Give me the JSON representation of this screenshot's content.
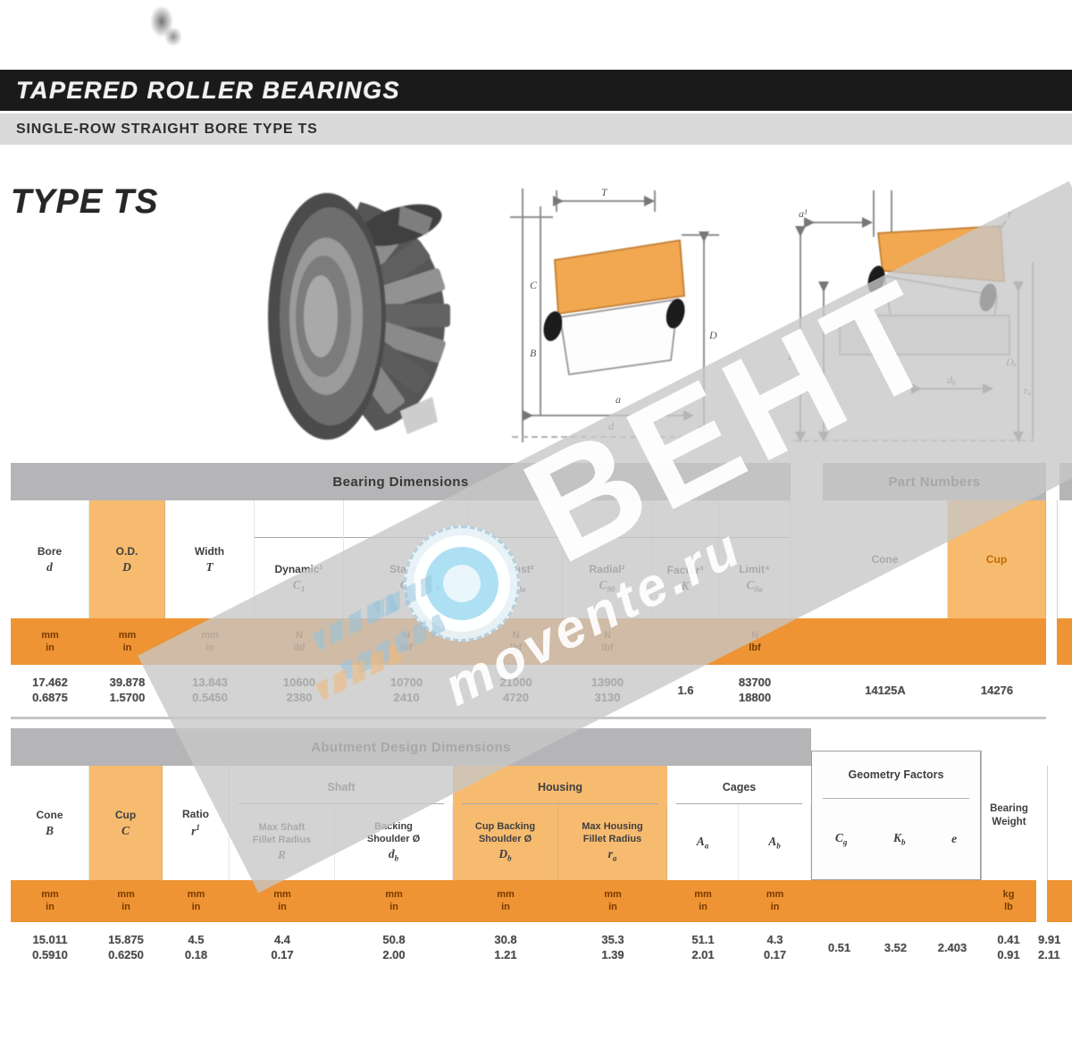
{
  "header": {
    "bar_title": "TAPERED ROLLER BEARINGS",
    "sub_title": "SINGLE-ROW STRAIGHT BORE  TYPE TS"
  },
  "type_heading": "TYPE TS",
  "watermark": {
    "brand": "ВЕНТ",
    "site": "movente.ru"
  },
  "diagram1": {
    "T": "T",
    "C": "C",
    "B": "B",
    "d": "d",
    "D": "D",
    "a": "a"
  },
  "diagram2": {
    "a1": "a¹",
    "r": "r",
    "Db": "Dᵦ",
    "da": "dₐ",
    "db": "dᵦ",
    "Da": "Dₐ",
    "ra": "rₐ"
  },
  "table1": {
    "section_dimensions": "Bearing Dimensions",
    "section_parts": "Part Numbers",
    "columns": [
      {
        "name": "bore",
        "label": "Bore",
        "sym": "d",
        "unit": "mm|in",
        "value": "17.462|0.6875",
        "w": 88
      },
      {
        "name": "od",
        "label": "O.D.",
        "sym": "D",
        "unit": "mm|in",
        "value": "39.878|1.5700",
        "w": 85,
        "hl": true
      },
      {
        "name": "width",
        "label": "Width",
        "sym": "T",
        "unit": "mm|in",
        "value": "13.843|0.5450",
        "w": 100
      },
      {
        "name": "c1",
        "label": "Dynamic¹",
        "sym": "C~1",
        "unit": "N|lbf",
        "value": "10600|2380",
        "w": 100
      },
      {
        "name": "c0",
        "label": "Static¹",
        "sym": "C~0",
        "unit": "N|lbf",
        "value": "10700|2410",
        "w": 140
      },
      {
        "name": "c90a",
        "label": "Thrust²",
        "sym": "C~90a",
        "unit": "N|lbf",
        "value": "21000|4720",
        "w": 105
      },
      {
        "name": "c90",
        "label": "Radial²",
        "sym": "C~90",
        "unit": "N|lbf",
        "value": "13900|3130",
        "w": 100
      },
      {
        "name": "k",
        "label": "Factor³",
        "sym": "K",
        "unit": "",
        "value": "1.6",
        "w": 75
      },
      {
        "name": "c0a",
        "label": "Limit⁴",
        "sym": "C~0a",
        "unit": "N|lbf",
        "value": "83700|18800",
        "w": 80
      },
      {
        "name": "cone",
        "label": "Cone",
        "sym": "",
        "unit": "",
        "value": "14125A",
        "w": 140,
        "part": true
      },
      {
        "name": "cup",
        "label": "Cup",
        "sym": "",
        "unit": "",
        "value": "14276",
        "w": 110,
        "part": true,
        "hl": true
      }
    ]
  },
  "table2": {
    "section_main": "Abutment Design Dimensions",
    "groups": {
      "shaft": "Shaft",
      "housing": "Housing",
      "cages": "Cages",
      "geometry": "Geometry Factors"
    },
    "columns": [
      {
        "name": "cone-width",
        "label": "Cone",
        "sym": "B",
        "unit": "mm|in",
        "value": "15.011|0.5910",
        "w": 88
      },
      {
        "name": "cup-width",
        "label": "Cup",
        "sym": "C",
        "unit": "mm|in",
        "value": "15.875|0.6250",
        "w": 82,
        "hl": true
      },
      {
        "name": "ratio",
        "label": "Ratio",
        "sym": "r^1",
        "unit": "mm|in",
        "value": "4.5|0.18",
        "w": 75
      },
      {
        "name": "shaft-fillet",
        "label": "Max Shaft|Fillet Radius",
        "sym": "R",
        "unit": "mm|in",
        "value": "4.4|0.17",
        "w": 118,
        "group": "shaft"
      },
      {
        "name": "shaft-backing",
        "label": "Backing|Shoulder Ø",
        "sym": "d~b",
        "unit": "mm|in",
        "value": "50.8|2.00",
        "w": 132,
        "group": "shaft"
      },
      {
        "name": "housing-backing",
        "label": "Cup Backing|Shoulder Ø",
        "sym": "D~b",
        "unit": "mm|in",
        "value": "30.8|1.21",
        "w": 118,
        "group": "housing"
      },
      {
        "name": "housing-fillet",
        "label": "Max Housing|Fillet Radius",
        "sym": "r~a",
        "unit": "mm|in",
        "value": "35.3|1.39",
        "w": 122,
        "group": "housing"
      },
      {
        "name": "cage-a",
        "label": "",
        "sym": "A~a",
        "unit": "mm|in",
        "value": "51.1|2.01",
        "w": 80,
        "group": "cages"
      },
      {
        "name": "cage-b",
        "label": "",
        "sym": "A~b",
        "unit": "mm|in",
        "value": "4.3|0.17",
        "w": 81,
        "group": "cages"
      },
      {
        "name": "geo-cg",
        "label": "",
        "sym": "C~g",
        "unit": "",
        "value": "0.51",
        "w": 63
      },
      {
        "name": "geo-kb",
        "label": "",
        "sym": "K~b",
        "unit": "",
        "value": "3.52",
        "w": 63
      },
      {
        "name": "geo-e",
        "label": "",
        "sym": "e",
        "unit": "",
        "value": "2.403",
        "w": 64
      },
      {
        "name": "weight",
        "label": "Bearing|Weight",
        "sym": "",
        "unit": "kg|lb",
        "value": "0.41|0.91",
        "w": 62
      }
    ]
  },
  "edge": {
    "t2_value": "9.91|2.11"
  }
}
